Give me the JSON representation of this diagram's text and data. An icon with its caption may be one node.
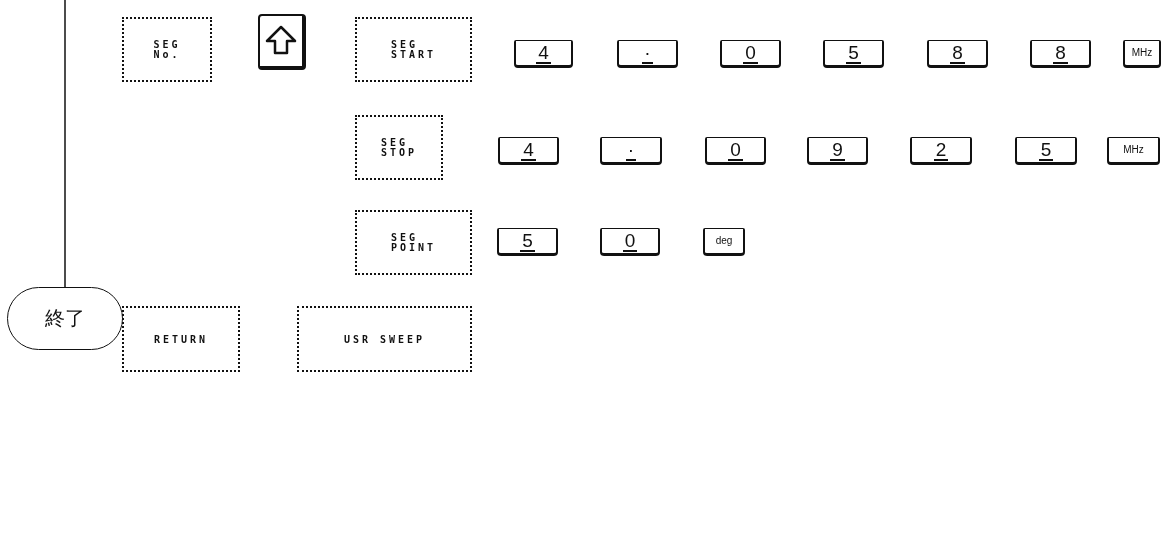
{
  "diagram": {
    "nodes": [
      {
        "text": [
          "SEG No."
        ]
      },
      {
        "text": [],
        "shape": "box"
      },
      {
        "text": [
          "SEG START"
        ]
      },
      {
        "text": [
          "4"
        ]
      },
      {
        "text": [
          "·"
        ]
      },
      {
        "text": [
          "0"
        ]
      },
      {
        "text": [
          "5"
        ]
      },
      {
        "text": [
          "8"
        ]
      },
      {
        "text": [
          "8"
        ]
      },
      {
        "text": [
          "MHz"
        ]
      },
      {
        "text": [
          "SEG STOP"
        ]
      },
      {
        "text": [
          "4"
        ]
      },
      {
        "text": [
          "·"
        ]
      },
      {
        "text": [
          "0"
        ]
      },
      {
        "text": [
          "9"
        ]
      },
      {
        "text": [
          "2"
        ]
      },
      {
        "text": [
          "5"
        ]
      },
      {
        "text": [
          "MHz"
        ]
      },
      {
        "text": [
          "SEG POINT"
        ]
      },
      {
        "text": [
          "5"
        ]
      },
      {
        "text": [
          "0"
        ]
      },
      {
        "text": [
          "deg"
        ]
      },
      {
        "text": [
          "RETURN"
        ]
      },
      {
        "text": [
          "USR SWEEP"
        ]
      },
      {
        "text": [
          "終了"
        ]
      }
    ],
    "edges": [
      {
        "from": null,
        "to": 24,
        "arrow": "none"
      }
    ]
  }
}
